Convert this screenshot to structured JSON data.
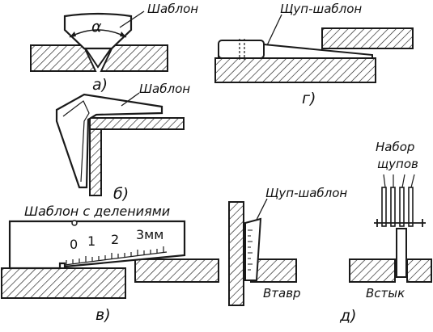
{
  "labels": {
    "a": {
      "template": "Шаблон",
      "alpha": "α",
      "caption": "а)"
    },
    "b": {
      "template": "Шаблон",
      "caption": "б)"
    },
    "v": {
      "template": "Шаблон с делениями",
      "d0": "0",
      "d1": "1",
      "d2": "2",
      "d3": "3мм",
      "caption": "в)"
    },
    "g": {
      "gauge": "Щуп-шаблон",
      "caption": "г)"
    },
    "d": {
      "gauge": "Щуп-шаблон",
      "tee": "Втавр",
      "butt": "Встык",
      "set_line1": "Набор",
      "set_line2": "щупов",
      "caption": "д)"
    }
  },
  "colors": {
    "ink": "#1a1a1a",
    "paper": "#ffffff"
  }
}
